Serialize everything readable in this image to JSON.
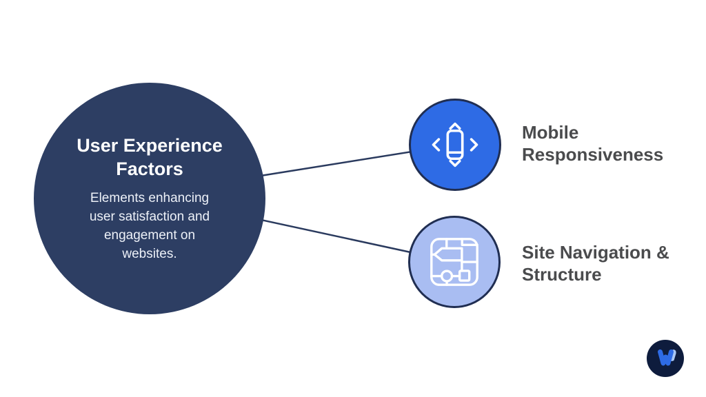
{
  "diagram": {
    "center_node": {
      "title": "User Experience Factors",
      "description": "Elements enhancing user satisfaction and engagement on websites."
    },
    "branches": [
      {
        "label": "Mobile Responsiveness",
        "icon": "mobile-swipe-icon",
        "circle_color": "#2e6be5"
      },
      {
        "label": "Site Navigation & Structure",
        "icon": "sitemap-structure-icon",
        "circle_color": "#a9bdf2"
      }
    ],
    "colors": {
      "center_circle": "#2d3e63",
      "node_border": "#202e52",
      "connector": "#2a3a5e",
      "label_text": "#4a4b4d",
      "background": "#ffffff",
      "logo_circle": "#0e1c3d",
      "logo_mark_blue": "#2e6be5",
      "logo_mark_light": "#a9c7f5"
    }
  },
  "branding": {
    "logo": "whimsical-logo-mark"
  }
}
